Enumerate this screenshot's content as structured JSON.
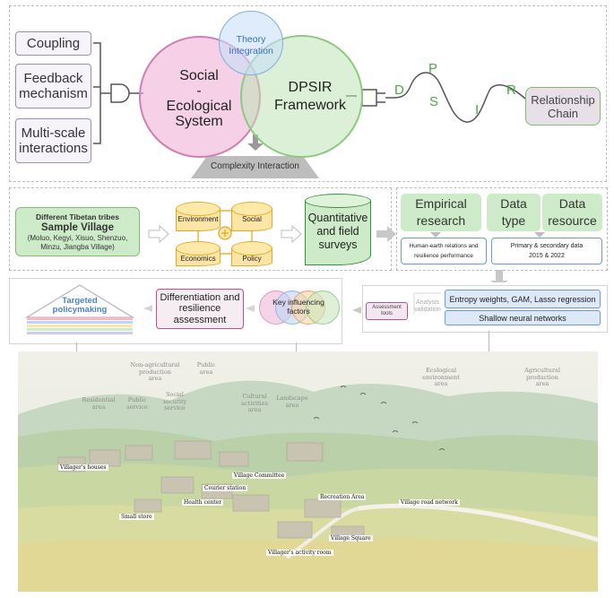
{
  "top": {
    "coupling": "Coupling",
    "feedback": "Feedback\nmechanism",
    "multiscale": "Multi-scale\ninteractions",
    "social_ecological": "Social\n-\nEcological\nSystem",
    "theory_integration": "Theory\nIntegration",
    "dpsir": "DPSIR\nFramework",
    "complexity": "Complexity Interaction",
    "letters": {
      "d": "D",
      "p": "P",
      "s": "S",
      "i": "I",
      "r": "R"
    },
    "relationship_chain": "Relationship\nChain"
  },
  "middle": {
    "tribes": "Different Tibetan tribes",
    "sample_village": "Sample Village",
    "villages": "(Moluo, Kegyi, Xisuo, Shenzuo,\nMinzu, Jiangba Village)",
    "environment": "Environment",
    "social": "Social",
    "economics": "Economics",
    "policy": "Policy",
    "quant": "Quantitative\nand field\nsurveys",
    "empirical": "Empirical\nresearch",
    "data_type": "Data\ntype",
    "data_resource": "Data\nresource",
    "human_earth": "Human-earth relations and\nresilience performance",
    "primary": "Primary & secondary data\n2015 & 2022"
  },
  "row3": {
    "policymaking": "Targeted\npolicymaking",
    "diff_assess": "Differentiation and\nresilience\nassessment",
    "key_factors": "Key influencing\nfactors",
    "assessment_tools": "Assessment\ntools",
    "analysis_validation": "Analysis\nvalidation",
    "entropy": "Entropy weights, GAM, Lasso regression",
    "shallow": "Shallow neural networks"
  },
  "landscape": {
    "area_labels": [
      "Residential\narea",
      "Public\nservice",
      "Non-agricultural\nproduction\narea",
      "Social\nsecurity\nservice",
      "Public\narea",
      "Cultural\nactivities\narea",
      "Landscape\narea",
      "Ecological\nenvironment\narea",
      "Agricultural\nproduction\narea"
    ],
    "place_labels": [
      "Villager's houses",
      "Village Committee",
      "Courier station",
      "Health center",
      "Small store",
      "Recreation Area",
      "Village road network",
      "Village Square",
      "Villager's activity room"
    ]
  }
}
